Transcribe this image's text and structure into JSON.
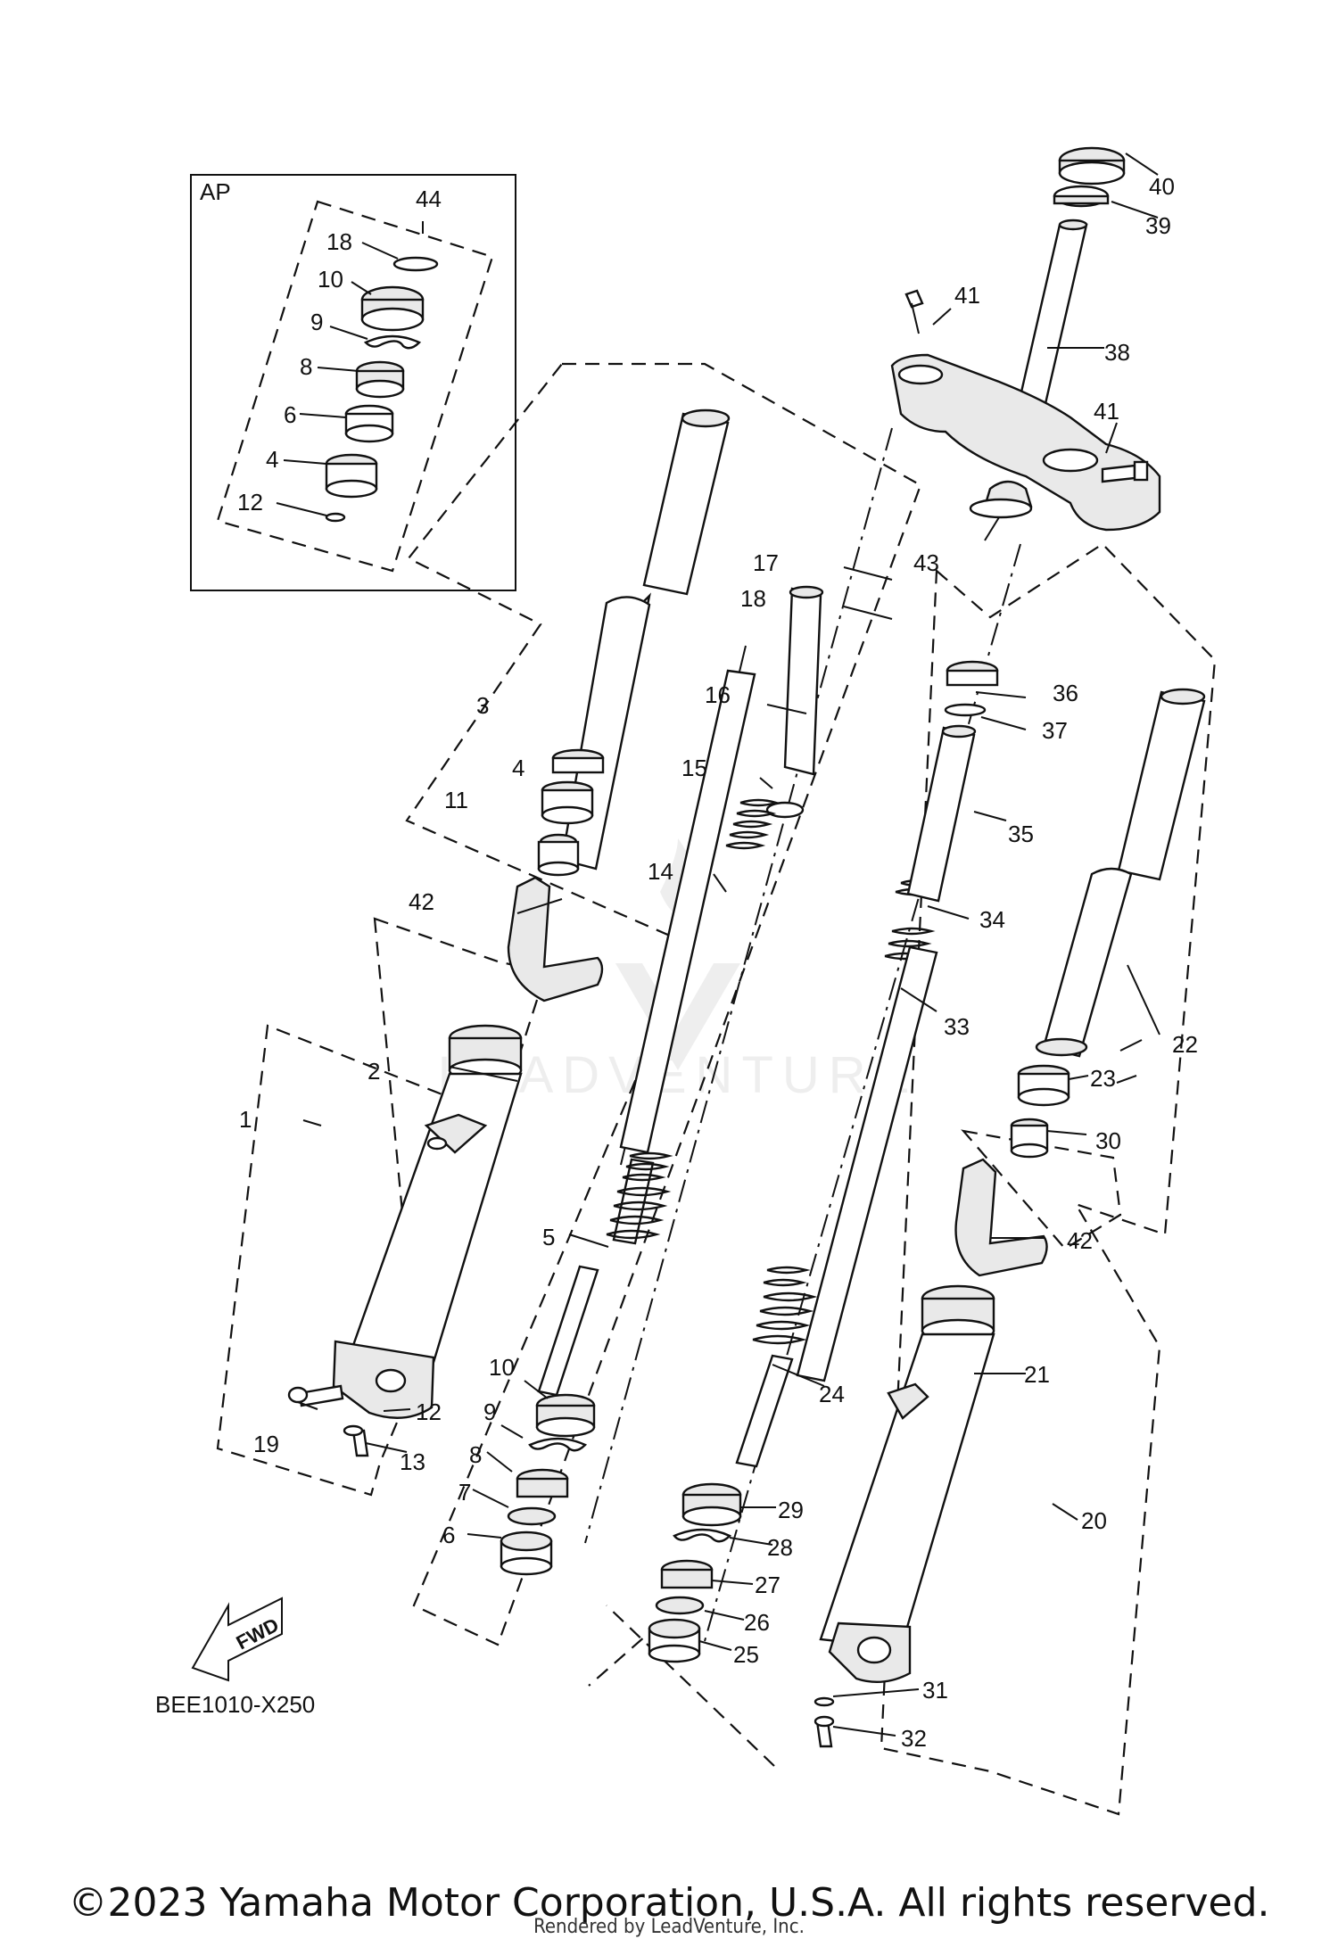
{
  "diagram": {
    "inset_title": "AP",
    "part_code": "BEE1010-X250",
    "fwd_label": "FWD",
    "watermark": "LEADVENTURE",
    "callouts": [
      {
        "id": "c44",
        "text": "44"
      },
      {
        "id": "c18a",
        "text": "18"
      },
      {
        "id": "c10a",
        "text": "10"
      },
      {
        "id": "c9a",
        "text": "9"
      },
      {
        "id": "c8a",
        "text": "8"
      },
      {
        "id": "c6a",
        "text": "6"
      },
      {
        "id": "c4a",
        "text": "4"
      },
      {
        "id": "c12a",
        "text": "12"
      },
      {
        "id": "c40",
        "text": "40"
      },
      {
        "id": "c39",
        "text": "39"
      },
      {
        "id": "c41a",
        "text": "41"
      },
      {
        "id": "c38",
        "text": "38"
      },
      {
        "id": "c41b",
        "text": "41"
      },
      {
        "id": "c43",
        "text": "43"
      },
      {
        "id": "c17",
        "text": "17"
      },
      {
        "id": "c18b",
        "text": "18"
      },
      {
        "id": "c16",
        "text": "16"
      },
      {
        "id": "c3",
        "text": "3"
      },
      {
        "id": "c4b",
        "text": "4"
      },
      {
        "id": "c15",
        "text": "15"
      },
      {
        "id": "c11",
        "text": "11"
      },
      {
        "id": "c14",
        "text": "14"
      },
      {
        "id": "c42a",
        "text": "42"
      },
      {
        "id": "c36",
        "text": "36"
      },
      {
        "id": "c37",
        "text": "37"
      },
      {
        "id": "c35",
        "text": "35"
      },
      {
        "id": "c34",
        "text": "34"
      },
      {
        "id": "c33",
        "text": "33"
      },
      {
        "id": "c22",
        "text": "22"
      },
      {
        "id": "c23",
        "text": "23"
      },
      {
        "id": "c30",
        "text": "30"
      },
      {
        "id": "c42b",
        "text": "42"
      },
      {
        "id": "c2",
        "text": "2"
      },
      {
        "id": "c1",
        "text": "1"
      },
      {
        "id": "c5",
        "text": "5"
      },
      {
        "id": "c10b",
        "text": "10"
      },
      {
        "id": "c9b",
        "text": "9"
      },
      {
        "id": "c8b",
        "text": "8"
      },
      {
        "id": "c7",
        "text": "7"
      },
      {
        "id": "c6b",
        "text": "6"
      },
      {
        "id": "c12b",
        "text": "12"
      },
      {
        "id": "c19",
        "text": "19"
      },
      {
        "id": "c13",
        "text": "13"
      },
      {
        "id": "c24",
        "text": "24"
      },
      {
        "id": "c21",
        "text": "21"
      },
      {
        "id": "c29",
        "text": "29"
      },
      {
        "id": "c28",
        "text": "28"
      },
      {
        "id": "c27",
        "text": "27"
      },
      {
        "id": "c26",
        "text": "26"
      },
      {
        "id": "c25",
        "text": "25"
      },
      {
        "id": "c20",
        "text": "20"
      },
      {
        "id": "c31",
        "text": "31"
      },
      {
        "id": "c32",
        "text": "32"
      }
    ]
  },
  "footer": {
    "copyright": "©2023 Yamaha Motor Corporation, U.S.A. All rights reserved.",
    "rendered_by": "Rendered by LeadVenture, Inc."
  }
}
